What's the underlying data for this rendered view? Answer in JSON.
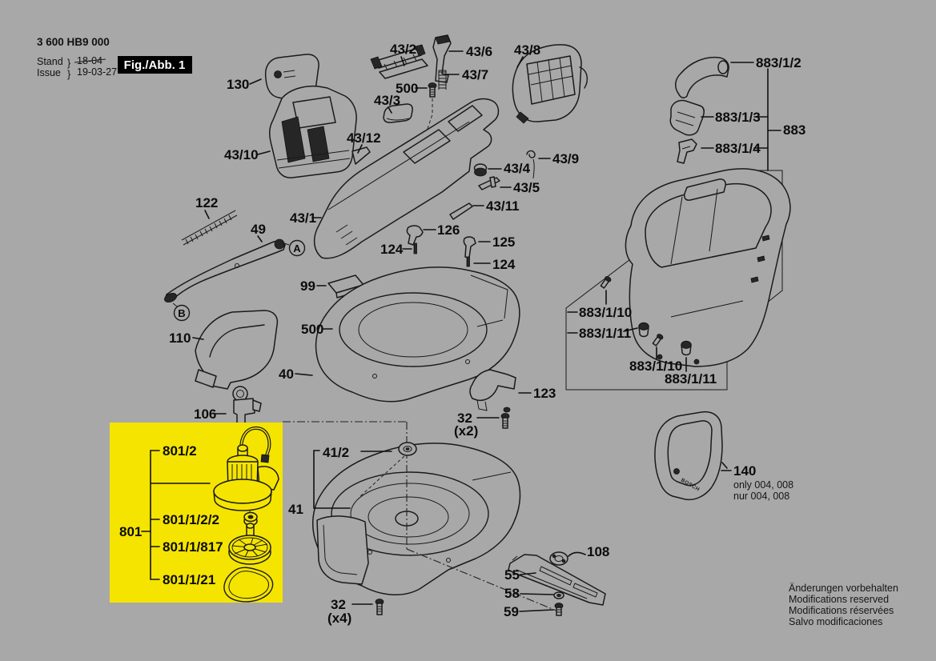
{
  "doc": {
    "product_code": "3 600 HB9 000",
    "stand_label": "Stand",
    "issue_label": "Issue",
    "brace": "}",
    "stand_value": "18-04",
    "issue_value": "19-03-27",
    "figure_label": "Fig./Abb. 1"
  },
  "footer": {
    "line1": "Änderungen vorbehalten",
    "line2": "Modifications reserved",
    "line3": "Modifications réservées",
    "line4": "Salvo modificaciones"
  },
  "brand": {
    "name": "BOSCH",
    "logo_icon": "bosch-logo-icon"
  },
  "view_circles": {
    "a": "A",
    "b": "B"
  },
  "notes": {
    "only_variant": "only 004, 008",
    "nur_variant": "nur 004, 008"
  },
  "colors": {
    "background": "#a8a8a8",
    "highlight": "#f4e400",
    "line": "#1a1a1a",
    "fig_box_bg": "#000000",
    "fig_box_text": "#ffffff"
  },
  "callouts": {
    "p130": "130",
    "p43_10": "43/10",
    "p43_2": "43/2",
    "p43_6": "43/6",
    "p43_7": "43/7",
    "p500_top": "500",
    "p43_3": "43/3",
    "p43_8": "43/8",
    "p43_12": "43/12",
    "p43_9": "43/9",
    "p43_4": "43/4",
    "p43_5": "43/5",
    "p43_11": "43/11",
    "p43_1": "43/1",
    "p122": "122",
    "p49": "49",
    "p99": "99",
    "p500_mid": "500",
    "p110": "110",
    "p40": "40",
    "p126": "126",
    "p124_a": "124",
    "p125": "125",
    "p124_b": "124",
    "p106": "106",
    "p123": "123",
    "p32a": "32",
    "p32a_qty": "(x2)",
    "p32b": "32",
    "p32b_qty": "(x4)",
    "p41_2": "41/2",
    "p41": "41",
    "p108": "108",
    "p55": "55",
    "p58": "58",
    "p59": "59",
    "p801": "801",
    "p801_2": "801/2",
    "p801_1_2_2": "801/1/2/2",
    "p801_1_817": "801/1/817",
    "p801_1_21": "801/1/21",
    "p883": "883",
    "p883_1_2": "883/1/2",
    "p883_1_3": "883/1/3",
    "p883_1_4": "883/1/4",
    "p883_1_10a": "883/1/10",
    "p883_1_11a": "883/1/11",
    "p883_1_10b": "883/1/10",
    "p883_1_11b": "883/1/11",
    "p140": "140"
  }
}
